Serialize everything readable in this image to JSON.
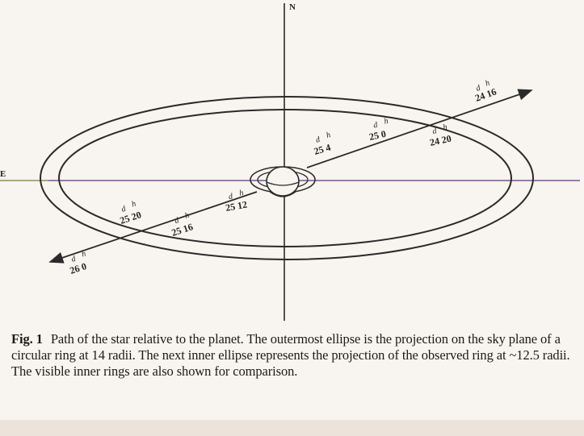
{
  "figure": {
    "axis_label_top": "N",
    "axis_label_left": "E",
    "path_labels": [
      {
        "day": "d",
        "hour": "h",
        "value": "24 16"
      },
      {
        "day": "d",
        "hour": "h",
        "value": "24 20"
      },
      {
        "day": "d",
        "hour": "h",
        "value": "25 0"
      },
      {
        "day": "d",
        "hour": "h",
        "value": "25 4"
      },
      {
        "day": "d",
        "hour": "h",
        "value": "25 12"
      },
      {
        "day": "d",
        "hour": "h",
        "value": "25 16"
      },
      {
        "day": "d",
        "hour": "h",
        "value": "25 20"
      },
      {
        "day": "d",
        "hour": "h",
        "value": "26 0"
      }
    ],
    "colors": {
      "line": "#2a2a2a",
      "horizontal_axis": "#8a6aa6",
      "horizontal_axis_tint": "#9bb07a"
    }
  },
  "caption": {
    "label": "Fig. 1",
    "text": "Path of the star relative to the planet. The outermost ellipse is the projection on the sky plane of a circular ring at 14 radii. The next inner ellipse represents the projection of the observed ring at ~12.5 radii. The visible inner rings are also shown for comparison."
  }
}
